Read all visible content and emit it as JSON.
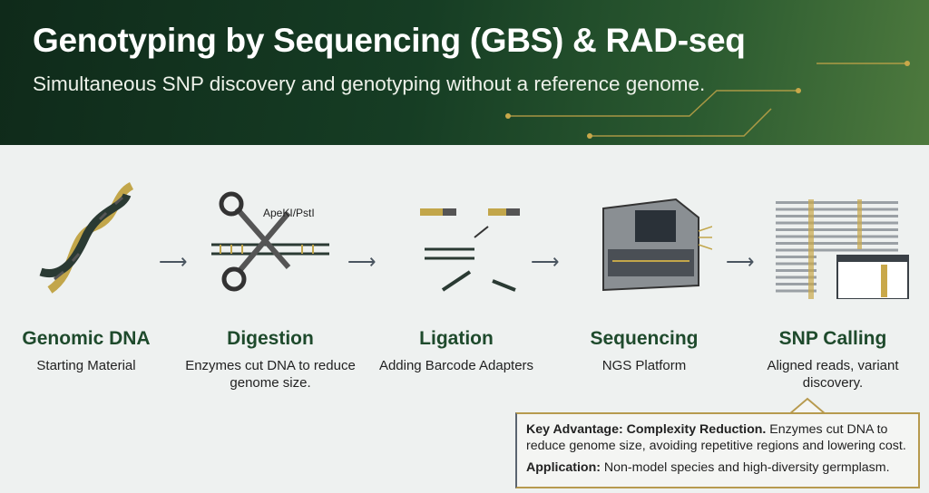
{
  "header": {
    "title": "Genotyping by Sequencing (GBS) & RAD-seq",
    "subtitle": "Simultaneous SNP discovery and genotyping without a reference genome."
  },
  "steps": [
    {
      "title": "Genomic DNA",
      "desc": "Starting Material",
      "icon": "dna-helix-icon"
    },
    {
      "title": "Digestion",
      "desc": "Enzymes cut DNA to reduce genome size.",
      "icon": "scissors-icon",
      "enzyme_label": "ApeKI/PstI"
    },
    {
      "title": "Ligation",
      "desc": "Adding Barcode Adapters",
      "icon": "adapter-ligation-icon"
    },
    {
      "title": "Sequencing",
      "desc": "NGS Platform",
      "icon": "sequencer-icon"
    },
    {
      "title": "SNP Calling",
      "desc": "Aligned reads, variant discovery.",
      "icon": "aligned-reads-icon"
    }
  ],
  "callout": {
    "key_label": "Key Advantage: Complexity Reduction.",
    "key_text": " Enzymes cut DNA to reduce genome size, avoiding repetitive regions and lowering cost.",
    "app_label": "Application:",
    "app_text": " Non-model species and high-diversity germplasm."
  },
  "colors": {
    "header": "#163d24",
    "accent_gold": "#c9a84a",
    "title_green": "#1e4a2c"
  }
}
